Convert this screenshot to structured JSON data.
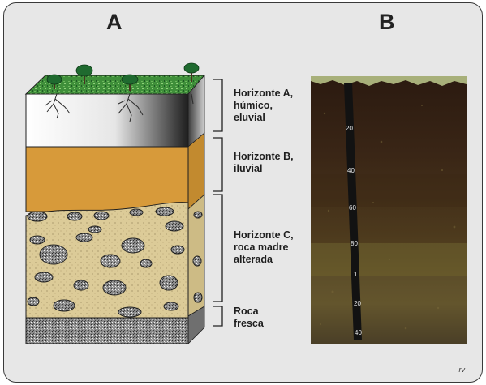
{
  "panels": {
    "a": "A",
    "b": "B"
  },
  "horizons": [
    {
      "label": "Horizonte A,\nhúmico,\neluvial"
    },
    {
      "label": "Horizonte B,\niluvial"
    },
    {
      "label": "Horizonte C,\nroca madre\nalterada"
    },
    {
      "label": "Roca\nfresca"
    }
  ],
  "photo": {
    "ruler_marks": [
      "20",
      "40",
      "60",
      "80",
      "1",
      "20",
      "40"
    ]
  },
  "credit": "rv",
  "colors": {
    "topsoil_green": "#3f8f3a",
    "horizon_a": "#f2f2f2",
    "horizon_b": "#d79a3a",
    "horizon_c": "#dccb98",
    "bedrock": "#8a8a8a",
    "photo_dark": "#2e1f12"
  }
}
